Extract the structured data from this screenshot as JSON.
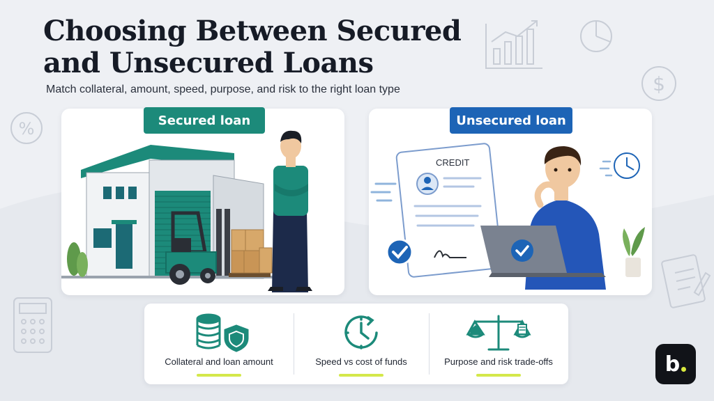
{
  "header": {
    "title_line1": "Choosing Between Secured",
    "title_line2": "and Unsecured Loans",
    "subtitle": "Match collateral, amount, speed, purpose, and risk to the right loan type"
  },
  "cards": {
    "secured": {
      "label": "Secured loan"
    },
    "unsecured": {
      "label": "Unsecured loan",
      "document_heading": "CREDIT"
    }
  },
  "features": [
    {
      "label": "Collateral and loan amount",
      "icon": "coins-shield-icon"
    },
    {
      "label": "Speed vs cost of funds",
      "icon": "clock-icon"
    },
    {
      "label": "Purpose and risk trade-offs",
      "icon": "scales-icon"
    }
  ],
  "logo": {
    "letter": "b"
  },
  "colors": {
    "teal": "#1c8a7a",
    "blue": "#1d64b6",
    "accent_lime": "#d4e84a",
    "background": "#eef0f4"
  }
}
